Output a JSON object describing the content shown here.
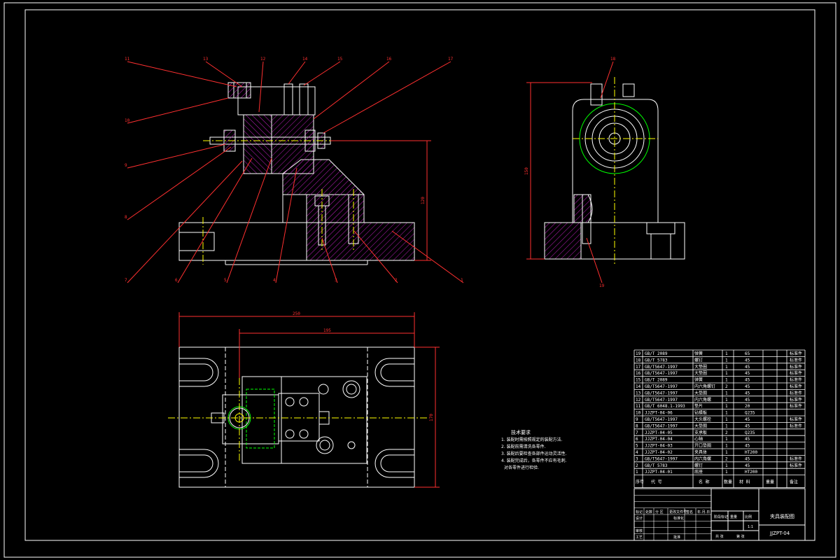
{
  "colors": {
    "background": "#000000",
    "outline": "#ffffff",
    "dimension": "#ff3030",
    "center_line": "#ffff00",
    "hatch": "#c020c0",
    "hidden": "#00ff00",
    "table": "#ffffff"
  },
  "front_view": {
    "leaders": [
      "11",
      "13",
      "12",
      "14",
      "15",
      "16",
      "17",
      "10",
      "9",
      "8",
      "7",
      "6",
      "5",
      "4",
      "3",
      "2",
      "1"
    ],
    "dim_height": "120"
  },
  "side_view": {
    "leaders": [
      "18",
      "19"
    ],
    "dim_height": "150"
  },
  "top_view": {
    "dim_width_overall": "250",
    "dim_width_inner": "195",
    "dim_height": "170"
  },
  "notes": {
    "title": "技术要求",
    "lines": [
      "1. 装配时需按照规定的装配方法.",
      "2. 装配前需清洗各零件.",
      "3. 装配后要检查各部件运动灵活性.",
      "4. 装配完成后，各零件不应有毛刺.",
      "对各零件进行检验."
    ]
  },
  "bom": {
    "rows": [
      {
        "no": "19",
        "code": "GB/T 2089",
        "name": "弹簧",
        "qty": "1",
        "mat": "65",
        "note": "标准件"
      },
      {
        "no": "18",
        "code": "GB/T 5783",
        "name": "螺钉",
        "qty": "1",
        "mat": "45",
        "note": "标准件"
      },
      {
        "no": "17",
        "code": "GB/T5647-1997",
        "name": "大垫圈",
        "qty": "1",
        "mat": "45",
        "note": "标准件"
      },
      {
        "no": "16",
        "code": "GB/T5647-1997",
        "name": "大垫圈",
        "qty": "1",
        "mat": "45",
        "note": "标准件"
      },
      {
        "no": "15",
        "code": "GB/T 2089",
        "name": "弹簧",
        "qty": "1",
        "mat": "45",
        "note": "标准件"
      },
      {
        "no": "14",
        "code": "GB/T5647-1997",
        "name": "内六角螺钉",
        "qty": "2",
        "mat": "45",
        "note": "标准件"
      },
      {
        "no": "13",
        "code": "GB/T5647-1997",
        "name": "大垫圈",
        "qty": "1",
        "mat": "45",
        "note": "标准件"
      },
      {
        "no": "12",
        "code": "GB/T5647-1997",
        "name": "内六角螺",
        "qty": "1",
        "mat": "45",
        "note": "标准件"
      },
      {
        "no": "11",
        "code": "GB/T 6048.1-1993",
        "name": "垫片",
        "qty": "1",
        "mat": "20",
        "note": "标准件"
      },
      {
        "no": "10",
        "code": "JJZPT-04-06",
        "name": "钻模板",
        "qty": "1",
        "mat": "Q235",
        "note": ""
      },
      {
        "no": "9",
        "code": "GB/T5647-1997",
        "name": "大头螺栓",
        "qty": "1",
        "mat": "45",
        "note": "标准件"
      },
      {
        "no": "8",
        "code": "GB/T5647-1997",
        "name": "大垫圈",
        "qty": "1",
        "mat": "45",
        "note": "标准件"
      },
      {
        "no": "7",
        "code": "JJZPT-04-05",
        "name": "支承板",
        "qty": "2",
        "mat": "Q235",
        "note": ""
      },
      {
        "no": "6",
        "code": "JJZPT-04-04",
        "name": "心轴",
        "qty": "1",
        "mat": "45",
        "note": ""
      },
      {
        "no": "5",
        "code": "JJZPT-04-03",
        "name": "开口垫圈",
        "qty": "1",
        "mat": "45",
        "note": ""
      },
      {
        "no": "4",
        "code": "JJZPT-04-02",
        "name": "夹具体",
        "qty": "1",
        "mat": "HT200",
        "note": ""
      },
      {
        "no": "3",
        "code": "GB/T5647-1997",
        "name": "内六角螺",
        "qty": "2",
        "mat": "45",
        "note": "标准件"
      },
      {
        "no": "2",
        "code": "GB/T 5783",
        "name": "螺钉",
        "qty": "1",
        "mat": "45",
        "note": "标准件"
      },
      {
        "no": "1",
        "code": "JJZPT-04-01",
        "name": "底座",
        "qty": "1",
        "mat": "HT200",
        "note": ""
      }
    ],
    "header": {
      "no": "序号",
      "code": "代 号",
      "name": "名 称",
      "qty": "数量",
      "mat": "材 料",
      "weight": "重量",
      "note": "备注"
    }
  },
  "title_block": {
    "drawing_name": "夹具装配图",
    "drawing_code": "JJZPT-04",
    "scale": "1:1",
    "labels": [
      "标记",
      "处数",
      "分 区",
      "更改文件号",
      "签名",
      "年.月.日",
      "设计",
      "标准化",
      "审核",
      "工艺",
      "批准",
      "阶段标记",
      "重量",
      "比例",
      "共 张",
      "第 张"
    ]
  }
}
